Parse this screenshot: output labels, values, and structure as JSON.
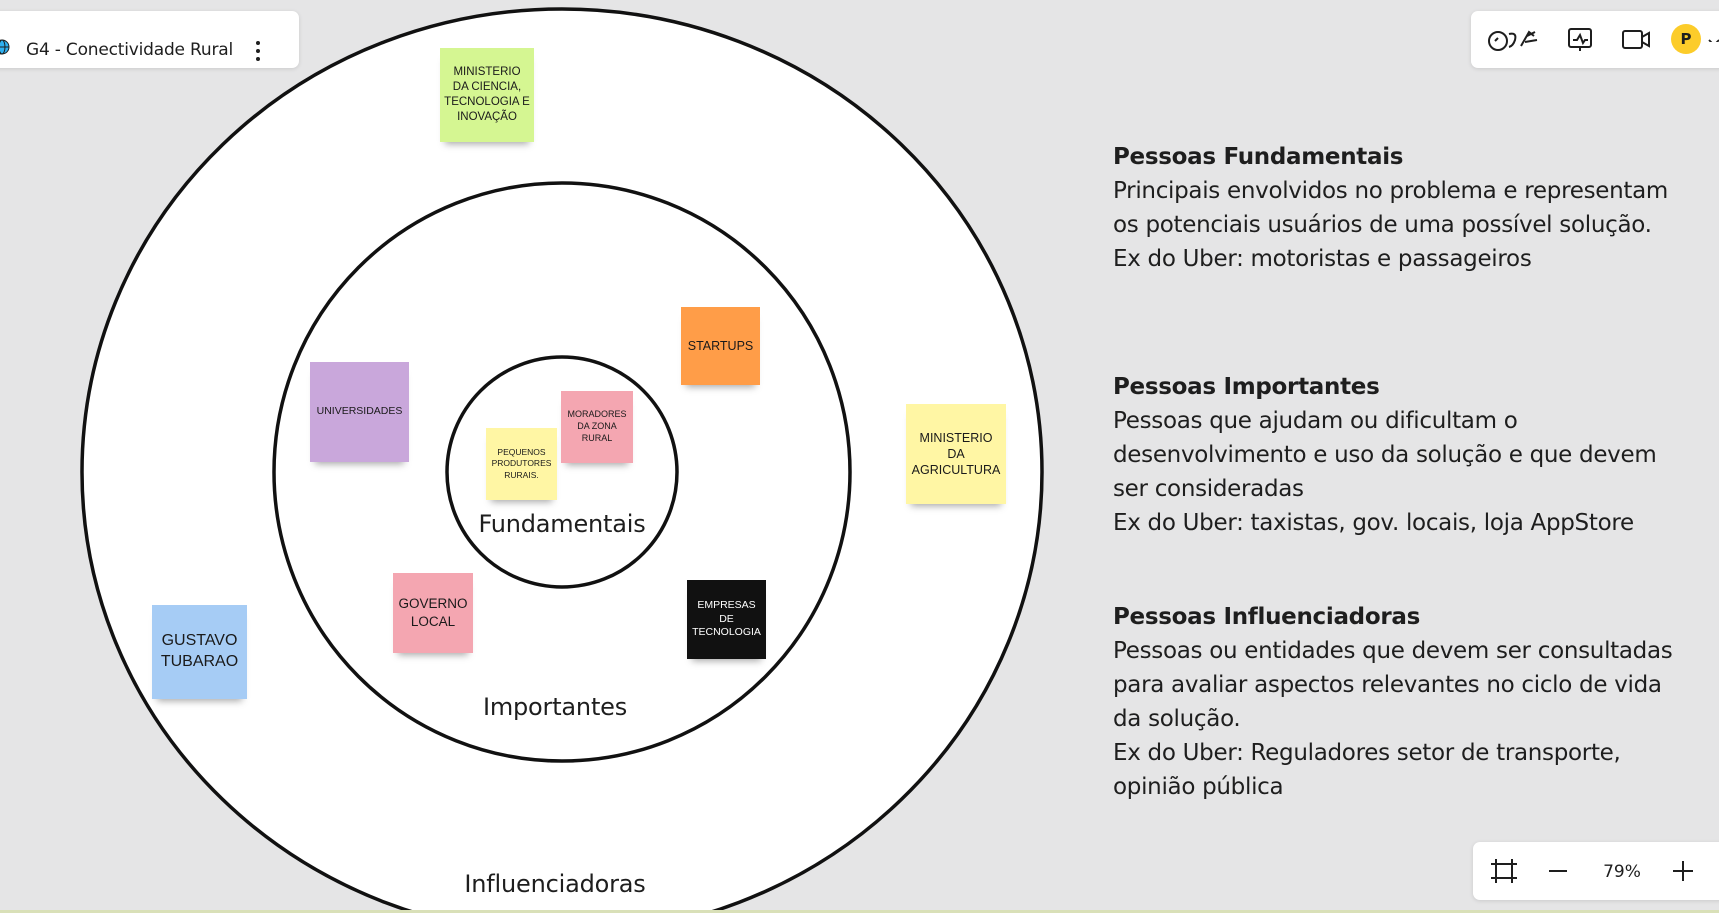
{
  "board": {
    "title": "G4 - Conectividade Rural"
  },
  "toolbar": {
    "reactions_icon": "reactions-icon",
    "activity_icon": "activity-chart-icon",
    "video_icon": "video-camera-icon",
    "avatar_initial": "P"
  },
  "zoom": {
    "fit_icon": "fit-to-screen-icon",
    "zoom_out_icon": "minus-icon",
    "level": "79%",
    "zoom_in_icon": "plus-icon"
  },
  "rings": {
    "inner_label": "Fundamentais",
    "middle_label": "Importantes",
    "outer_label": "Influenciadoras"
  },
  "stickies": [
    {
      "text": "MINISTERIO DA CIENCIA, TECNOLOGIA E INOVAÇÃO",
      "color": "#d5f692"
    },
    {
      "text": "STARTUPS",
      "color": "#ff9d48"
    },
    {
      "text": "UNIVERSIDADES",
      "color": "#c9a7db"
    },
    {
      "text": "MORADORES DA ZONA RURAL",
      "color": "#f4a6b1"
    },
    {
      "text": "PEQUENOS PRODUTORES RURAIS.",
      "color": "#fff6a4"
    },
    {
      "text": "MINISTERIO DA AGRICULTURA",
      "color": "#fff6a4"
    },
    {
      "text": "GOVERNO LOCAL",
      "color": "#f4a6b1"
    },
    {
      "text": "EMPRESAS DE TECNOLOGIA",
      "color": "#111111"
    },
    {
      "text": "GUSTAVO TUBARAO",
      "color": "#a6ccf5"
    }
  ],
  "legend": {
    "fundamentais": {
      "title": "Pessoas Fundamentais",
      "lines": [
        "Principais envolvidos no problema e representam",
        "os potenciais usuários de uma possível solução.",
        "Ex do Uber: motoristas e passageiros"
      ]
    },
    "importantes": {
      "title": "Pessoas Importantes",
      "lines": [
        "Pessoas que ajudam ou dificultam o",
        "desenvolvimento e uso da solução e que devem",
        "ser consideradas",
        "Ex do Uber: taxistas, gov. locais, loja AppStore"
      ]
    },
    "influenciadoras": {
      "title": "Pessoas Influenciadoras",
      "lines": [
        "Pessoas ou entidades que devem ser consultadas",
        "para avaliar aspectos relevantes no ciclo de vida",
        "da solução.",
        "Ex do Uber: Reguladores setor de transporte,",
        "opinião pública"
      ]
    }
  }
}
